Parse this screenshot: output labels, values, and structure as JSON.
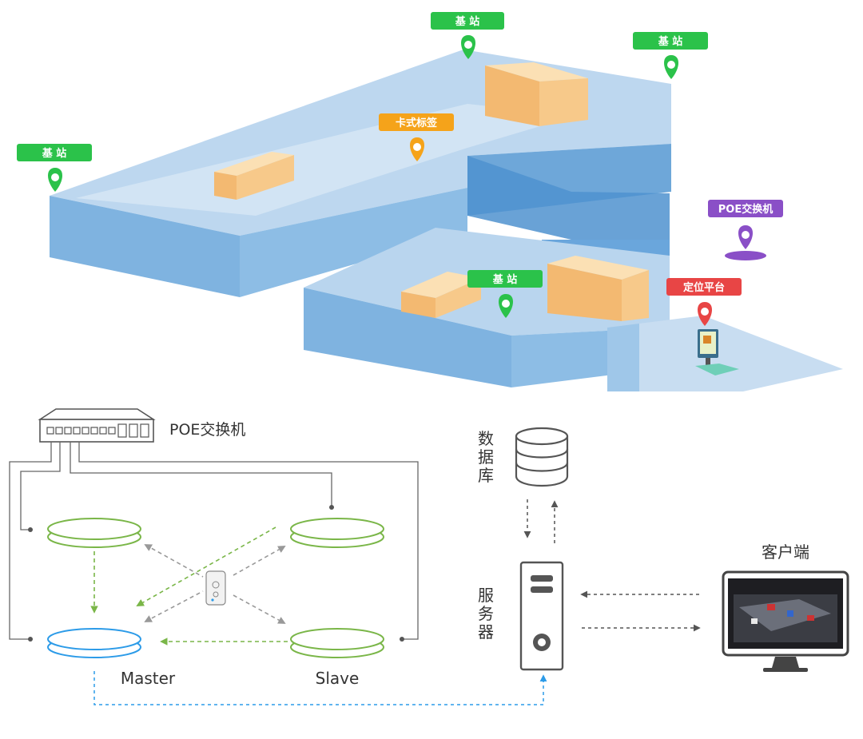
{
  "tags": {
    "station": "基 站",
    "card_tag": "卡式标签",
    "poe_switch": "POE交换机",
    "platform": "定位平台"
  },
  "network": {
    "switch_label": "POE交换机",
    "master_label": "Master",
    "slave_label": "Slave",
    "database_label": "数据库",
    "server_label": "服务器",
    "client_label": "客户端"
  },
  "colors": {
    "station_green": "#2bc24a",
    "card_orange": "#f5a31a",
    "poe_purple": "#8a4fc7",
    "platform_red": "#e84545",
    "floor_blue": "#6aa6dc",
    "box_orange": "#f7c98a",
    "master_blue": "#2c9be8",
    "slave_green": "#7ab648"
  }
}
